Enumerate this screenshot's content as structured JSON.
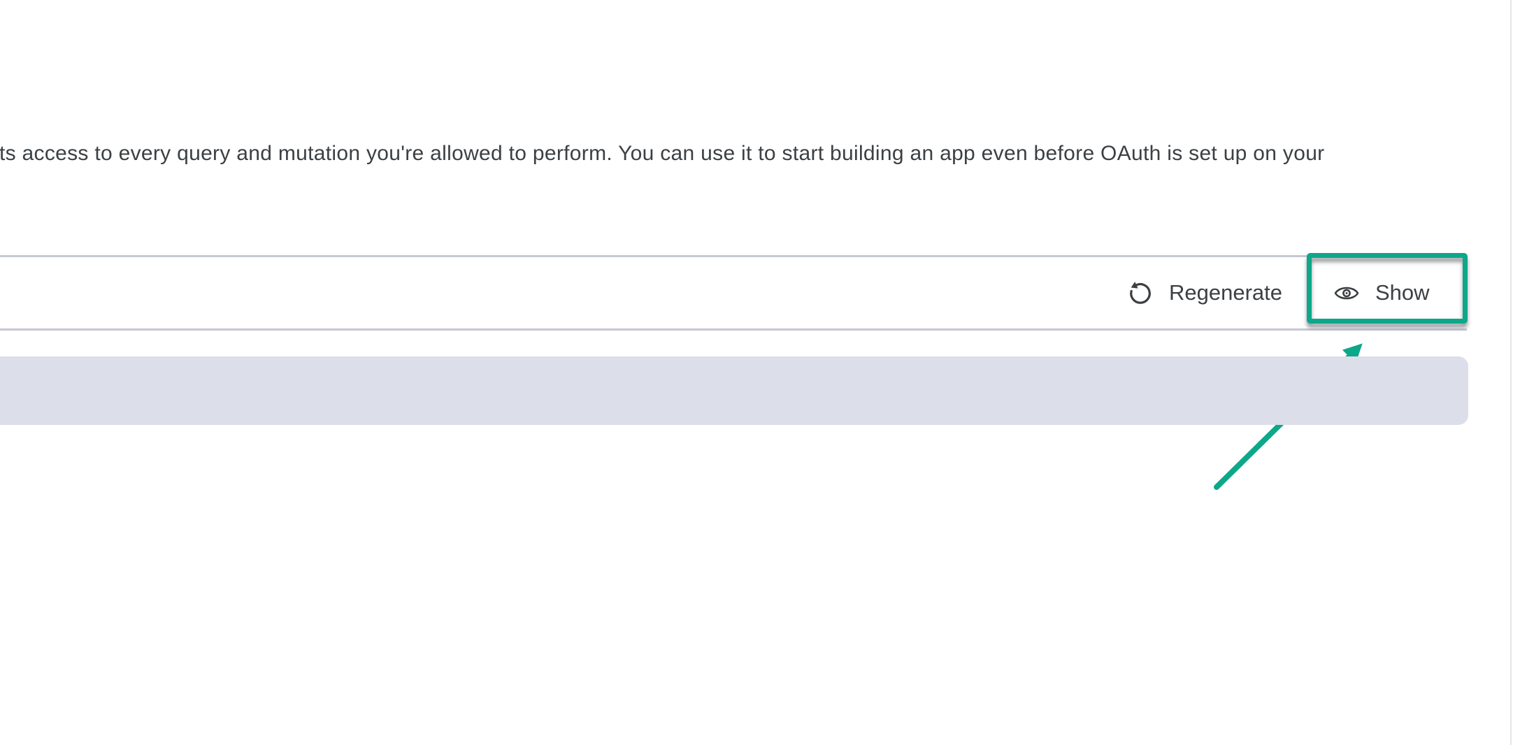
{
  "description": {
    "text": "nts access to every query and mutation you're allowed to perform. You can use it to start building an app even before OAuth is set up on your"
  },
  "toolbar": {
    "buttons": [
      {
        "label": "Regenerate",
        "icon": "rotate-ccw-icon"
      },
      {
        "label": "Show",
        "icon": "eye-icon"
      }
    ]
  },
  "token_bar": {
    "text": ""
  },
  "highlight": {
    "type": "box-and-arrow",
    "target_label": "Show"
  },
  "colors": {
    "annotation": "#0da78a",
    "arrow": "#0da78a",
    "divider": "#c6c9d3",
    "token_bar": "#dcdfe9",
    "text": "#3c4043",
    "edge_line": "#e5e6ea"
  }
}
